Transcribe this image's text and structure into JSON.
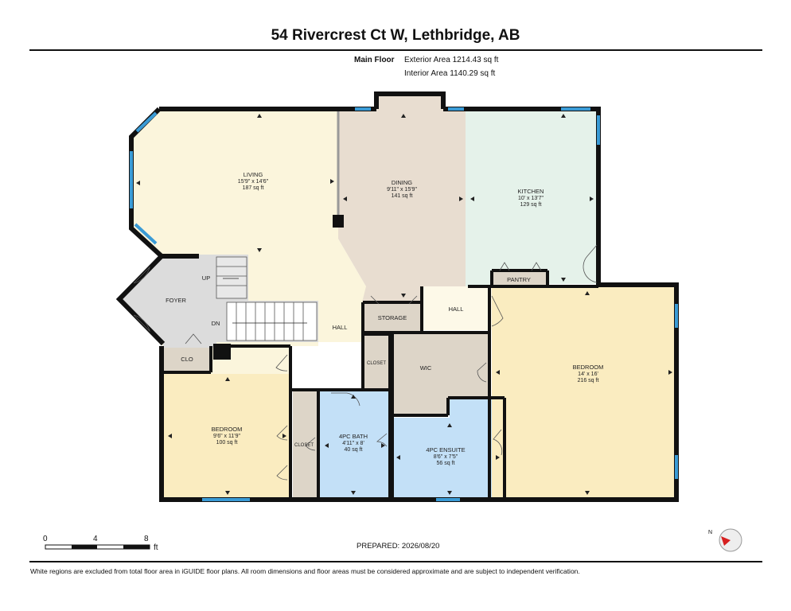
{
  "header": {
    "title": "54 Rivercrest Ct W, Lethbridge, AB",
    "floor": "Main Floor",
    "exterior_area": "Exterior Area 1214.43 sq ft",
    "interior_area": "Interior Area 1140.29 sq ft"
  },
  "rooms": {
    "living": {
      "name": "LIVING",
      "dims": "15'9\" x 14'6\"",
      "area": "187 sq ft"
    },
    "dining": {
      "name": "DINING",
      "dims": "9'11\" x 15'9\"",
      "area": "141 sq ft"
    },
    "kitchen": {
      "name": "KITCHEN",
      "dims": "10' x 13'7\"",
      "area": "129 sq ft"
    },
    "pantry": {
      "name": "PANTRY"
    },
    "foyer": {
      "name": "FOYER"
    },
    "up": {
      "name": "UP"
    },
    "dn": {
      "name": "DN"
    },
    "hall_left": {
      "name": "HALL"
    },
    "hall_right": {
      "name": "HALL"
    },
    "storage": {
      "name": "STORAGE"
    },
    "clo": {
      "name": "CLO"
    },
    "closet_small": {
      "name": "CLOSET"
    },
    "closet_left": {
      "name": "CLOSET"
    },
    "wic": {
      "name": "WIC"
    },
    "bedroom_left": {
      "name": "BEDROOM",
      "dims": "9'6\" x 11'9\"",
      "area": "100 sq ft"
    },
    "bath": {
      "name": "4PC BATH",
      "dims": "4'11\" x 8'",
      "area": "40 sq ft"
    },
    "ensuite": {
      "name": "4PC ENSUITE",
      "dims": "8'6\" x 7'5\"",
      "area": "56 sq ft"
    },
    "bedroom_right": {
      "name": "BEDROOM",
      "dims": "14' x 16'",
      "area": "216 sq ft"
    }
  },
  "scale": {
    "ticks": [
      "0",
      "4",
      "8"
    ],
    "unit": "ft"
  },
  "prepared": "PREPARED: 2026/08/20",
  "footer": "White regions are excluded from total floor area in iGUIDE floor plans. All room dimensions and floor areas must be considered approximate and are subject to independent verification.",
  "compass_label": "N",
  "colors": {
    "living": "#fbf5dc",
    "dining": "#e8ddd0",
    "kitchen": "#e5f2ea",
    "foyer": "#dcdcdc",
    "bedroom": "#faecc0",
    "bath": "#c3e0f7",
    "utility": "#ddd5c8",
    "wall": "#111111",
    "window": "#3a9bd6"
  }
}
